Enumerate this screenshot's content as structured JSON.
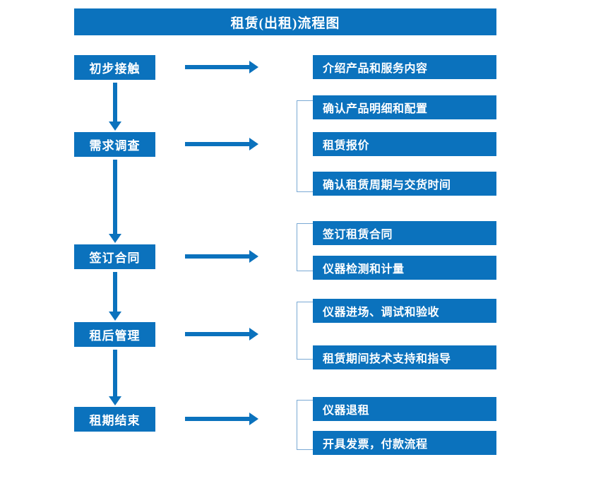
{
  "diagram": {
    "title": "租赁(出租)流程图",
    "accent_color": "#0b72bd",
    "bracket_color": "#7aa9d4",
    "background_color": "#ffffff",
    "text_color": "#ffffff"
  },
  "stages": [
    {
      "label": "初步接触",
      "details": [
        "介绍产品和服务内容"
      ]
    },
    {
      "label": "需求调查",
      "details": [
        "确认产品明细和配置",
        "租赁报价",
        "确认租赁周期与交货时间"
      ]
    },
    {
      "label": "签订合同",
      "details": [
        "签订租赁合同",
        "仪器检测和计量"
      ]
    },
    {
      "label": "租后管理",
      "details": [
        "仪器进场、调试和验收",
        "租赁期间技术支持和指导"
      ]
    },
    {
      "label": "租期结束",
      "details": [
        "仪器退租",
        "开具发票，付款流程"
      ]
    }
  ],
  "detail_boxes": [
    "介绍产品和服务内容",
    "确认产品明细和配置",
    "租赁报价",
    "确认租赁周期与交货时间",
    "签订租赁合同",
    "仪器检测和计量",
    "仪器进场、调试和验收",
    "租赁期间技术支持和指导",
    "仪器退租",
    "开具发票，付款流程"
  ]
}
